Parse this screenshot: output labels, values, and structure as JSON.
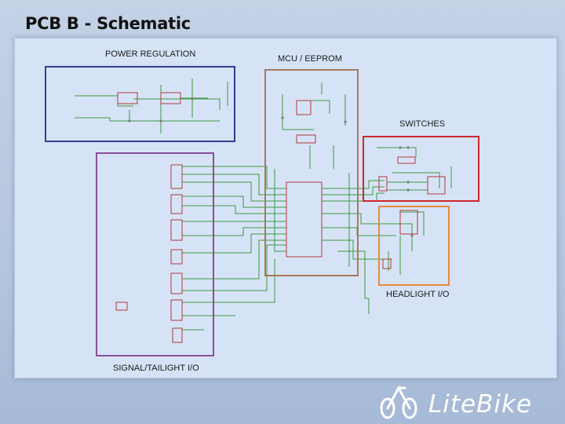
{
  "slide": {
    "title": "PCB B - Schematic"
  },
  "sections": [
    {
      "id": "power",
      "label": "POWER REGULATION",
      "color": "#2f3f8f"
    },
    {
      "id": "mcu",
      "label": "MCU / EEPROM",
      "color": "#a9785a"
    },
    {
      "id": "switches",
      "label": "SWITCHES",
      "color": "#d0262b"
    },
    {
      "id": "signal",
      "label": "SIGNAL/TAILIGHT I/O",
      "color": "#8b4f9a"
    },
    {
      "id": "headlight",
      "label": "HEADLIGHT I/O",
      "color": "#e78a3a"
    }
  ],
  "colors": {
    "wire": "#3e9a3e",
    "component": "#b23a3a",
    "part_text": "#555555"
  },
  "logo": {
    "text": "LiteBike",
    "icon": "bicycle-icon",
    "color": "#ffffff"
  }
}
